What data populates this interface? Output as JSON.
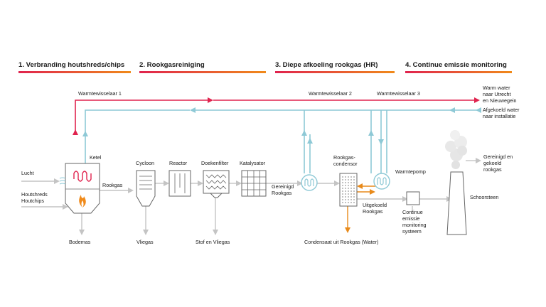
{
  "stages": [
    {
      "title": "1. Verbranding houtshreds/chips"
    },
    {
      "title": "2. Rookgasreiniging"
    },
    {
      "title": "3. Diepe afkoeling rookgas (HR)"
    },
    {
      "title": "4. Continue emissie monitoring"
    }
  ],
  "colors": {
    "stage_gradient_start": "#e0234e",
    "stage_gradient_end": "#f08a1a",
    "hot_water": "#e0234e",
    "cooled_water": "#8ec9d6",
    "flue_gas": "#c4c4c4",
    "condensate": "#e88a1a"
  },
  "labels": {
    "warmtewisselaar1": "Warmtewisselaar 1",
    "warmtewisselaar2": "Warmtewisselaar 2",
    "warmtewisselaar3": "Warmtewisselaar 3",
    "warm_water": [
      "Warm water",
      "naar Utrecht",
      "en Nieuwegein"
    ],
    "afgekoeld_water": [
      "Afgekoeld water",
      "naar installatie"
    ],
    "ketel": "Ketel",
    "lucht": "Lucht",
    "houtshreds": [
      "Houtshreds",
      "Houtchips"
    ],
    "rookgas": "Rookgas",
    "bodemas": "Bodemas",
    "cycloon": "Cycloon",
    "vliegas": "Vliegas",
    "reactor": "Reactor",
    "doekenfilter": "Doekenfilter",
    "stof_en_vliegas": "Stof en Vliegas",
    "katalysator": "Katalysator",
    "gereinigd_rookgas": [
      "Gereinigd",
      "Rookgas"
    ],
    "rookgascondensor": [
      "Rookgas-",
      "condensor"
    ],
    "warmtepomp": "Warmtepomp",
    "uitgekoeld_rookgas": [
      "Uitgekoeld",
      "Rookgas"
    ],
    "condensaat": "Condensaat uit Rookgas (Water)",
    "monitoring": [
      "Continue",
      "emissie",
      "monitoring",
      "systeem"
    ],
    "schoorsteen": "Schoorsteen",
    "gereinigd_gekoeld": [
      "Gereinigd en",
      "gekoeld",
      "rookgas"
    ]
  }
}
